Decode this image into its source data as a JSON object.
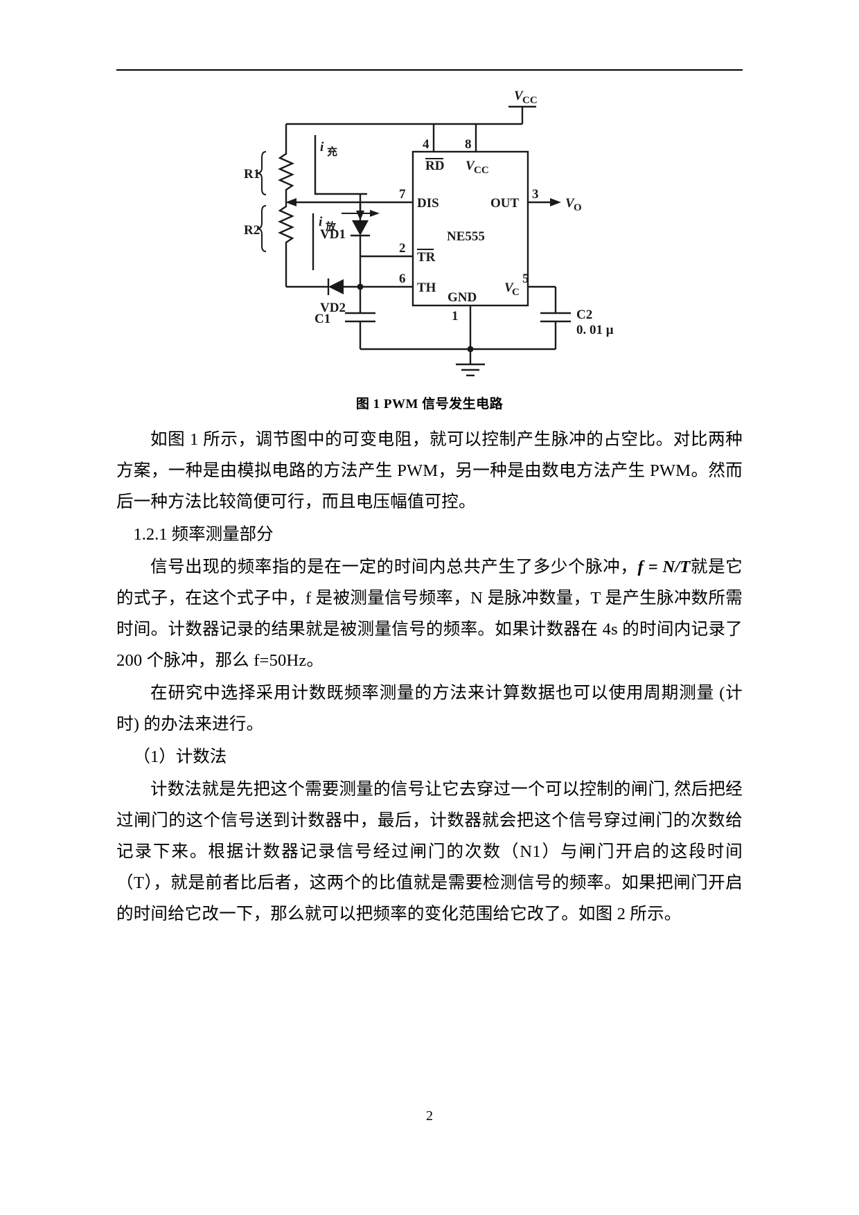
{
  "document": {
    "page_number": "2",
    "figure": {
      "caption": "图 1 PWM 信号发生电路",
      "chip_name": "NE555",
      "labels": {
        "vcc_top": "V",
        "vcc_top_sub": "CC",
        "r1": "R1",
        "r2": "R2",
        "i_charge": "i",
        "i_charge_sub": "充",
        "i_discharge": "i",
        "i_discharge_sub": "放",
        "vd1": "VD1",
        "vd2": "VD2",
        "c1": "C1",
        "c2": "C2",
        "c2_value": "0. 01 μ",
        "vo": "V",
        "vo_sub": "O",
        "vc_pin5": "V",
        "vc_pin5_sub": "C",
        "pin_rd": "RD",
        "pin_vcc": "V",
        "pin_vcc_sub": "CC",
        "pin_dis": "DIS",
        "pin_tr": "TR",
        "pin_th": "TH",
        "pin_out": "OUT",
        "pin_gnd": "GND",
        "num_1": "1",
        "num_2": "2",
        "num_3": "3",
        "num_4": "4",
        "num_5": "5",
        "num_6": "6",
        "num_7": "7",
        "num_8": "8"
      }
    },
    "paragraphs": {
      "p1": "如图 1 所示，调节图中的可变电阻，就可以控制产生脉冲的占空比。对比两种方案，一种是由模拟电路的方法产生 PWM，另一种是由数电方法产生 PWM。然而后一种方法比较简便可行，而且电压幅值可控。",
      "heading1": "1.2.1 频率测量部分",
      "p2_before_formula": "信号出现的频率指的是在一定的时间内总共产生了多少个脉冲，",
      "p2_formula": "f = N/T",
      "p2_after_formula": "就是它的式子，在这个式子中，f 是被测量信号频率，N 是脉冲数量，T 是产生脉冲数所需时间。计数器记录的结果就是被测量信号的频率。如果计数器在 4s 的时间内记录了 200 个脉冲，那么 f=50Hz。",
      "p3": "在研究中选择采用计数既频率测量的方法来计算数据也可以使用周期测量 (计时) 的办法来进行。",
      "heading2": "（1）计数法",
      "p4": "计数法就是先把这个需要测量的信号让它去穿过一个可以控制的闸门, 然后把经过闸门的这个信号送到计数器中，最后，计数器就会把这个信号穿过闸门的次数给记录下来。根据计数器记录信号经过闸门的次数（N1）与闸门开启的这段时间（T），就是前者比后者，这两个的比值就是需要检测信号的频率。如果把闸门开启的时间给它改一下，那么就可以把频率的变化范围给它改了。如图 2 所示。"
    }
  }
}
